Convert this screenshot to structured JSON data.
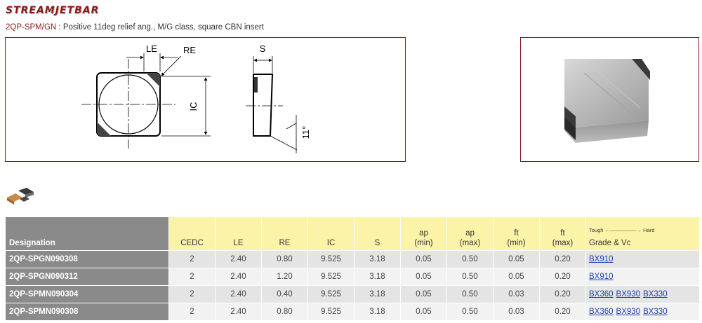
{
  "logo": {
    "text": "STREAMJETBAR"
  },
  "product": {
    "code": "2QP-SPM/GN",
    "separator": " : ",
    "description": "Positive 11deg relief ang., M/G class, square CBN insert"
  },
  "diagram": {
    "labels": {
      "le": "LE",
      "re": "RE",
      "ic": "IC",
      "s": "S",
      "angle": "11°"
    }
  },
  "table": {
    "headers": {
      "designation": "Designation",
      "cedc": "CEDC",
      "le": "LE",
      "re": "RE",
      "ic": "IC",
      "s": "S",
      "ap_min_1": "ap",
      "ap_min_2": "(min)",
      "ap_max_1": "ap",
      "ap_max_2": "(max)",
      "ft_min_1": "ft",
      "ft_min_2": "(min)",
      "ft_max_1": "ft",
      "ft_max_2": "(max)",
      "tough": "Tough",
      "hard": "Hard",
      "grade": "Grade & Vc"
    },
    "rows": [
      {
        "designation": "2QP-SPGN090308",
        "cedc": "2",
        "le": "2.40",
        "re": "0.80",
        "ic": "9.525",
        "s": "3.18",
        "ap_min": "0.05",
        "ap_max": "0.50",
        "ft_min": "0.05",
        "ft_max": "0.20",
        "grades": [
          "BX910"
        ]
      },
      {
        "designation": "2QP-SPGN090312",
        "cedc": "2",
        "le": "2.40",
        "re": "1.20",
        "ic": "9.525",
        "s": "3.18",
        "ap_min": "0.05",
        "ap_max": "0.50",
        "ft_min": "0.05",
        "ft_max": "0.20",
        "grades": [
          "BX910"
        ]
      },
      {
        "designation": "2QP-SPMN090304",
        "cedc": "2",
        "le": "2.40",
        "re": "0.40",
        "ic": "9.525",
        "s": "3.18",
        "ap_min": "0.05",
        "ap_max": "0.50",
        "ft_min": "0.03",
        "ft_max": "0.20",
        "grades": [
          "BX360",
          "BX930",
          "BX330"
        ]
      },
      {
        "designation": "2QP-SPMN090308",
        "cedc": "2",
        "le": "2.40",
        "re": "0.80",
        "ic": "9.525",
        "s": "3.18",
        "ap_min": "0.05",
        "ap_max": "0.50",
        "ft_min": "0.03",
        "ft_max": "0.20",
        "grades": [
          "BX360",
          "BX930",
          "BX330"
        ]
      }
    ]
  }
}
